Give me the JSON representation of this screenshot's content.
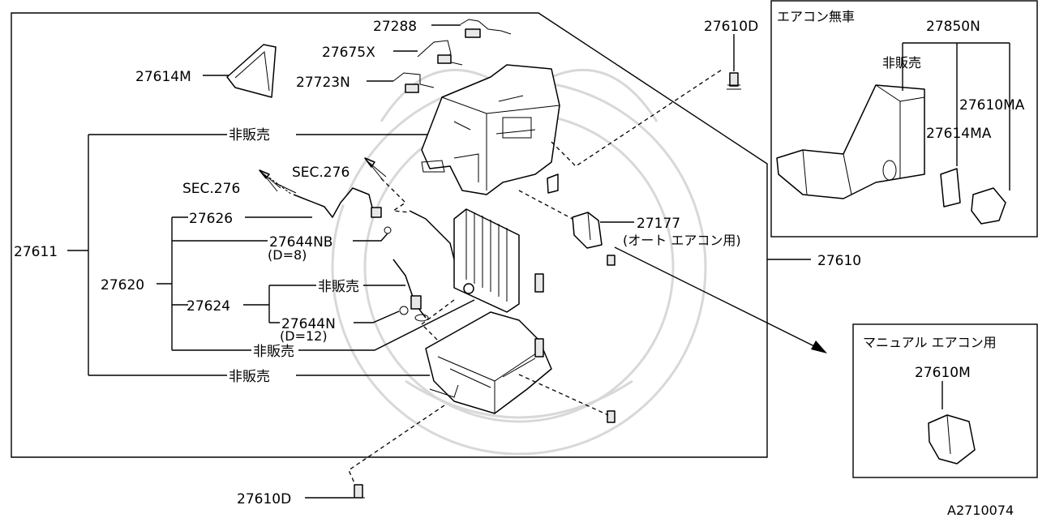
{
  "diagram": {
    "labels": {
      "p27288": "27288",
      "p27675x": "27675X",
      "p27723n": "27723N",
      "p27614m": "27614M",
      "p27610d_top": "27610D",
      "sec276_a": "SEC.276",
      "sec276_b": "SEC.276",
      "hihanbai_1": "非販売",
      "p27626": "27626",
      "p27644nb": "27644NB",
      "d8": "(D=8)",
      "p27611": "27611",
      "p27620": "27620",
      "hihanbai_2": "非販売",
      "p27624": "27624",
      "p27644n": "27644N",
      "d12": "(D=12)",
      "hihanbai_3": "非販売",
      "hihanbai_4": "非販売",
      "p27177": "27177",
      "auto_ac": "(オート エアコン用)",
      "p27610": "27610",
      "p27610d_bottom": "27610D",
      "diagram_id": "A2710074"
    },
    "inset_no_ac": {
      "title": "エアコン無車",
      "p27850n": "27850N",
      "hihanbai": "非販売",
      "p27610ma": "27610MA",
      "p27614ma": "27614MA"
    },
    "inset_manual": {
      "title": "マニュアル エアコン用",
      "p27610m": "27610M"
    }
  }
}
